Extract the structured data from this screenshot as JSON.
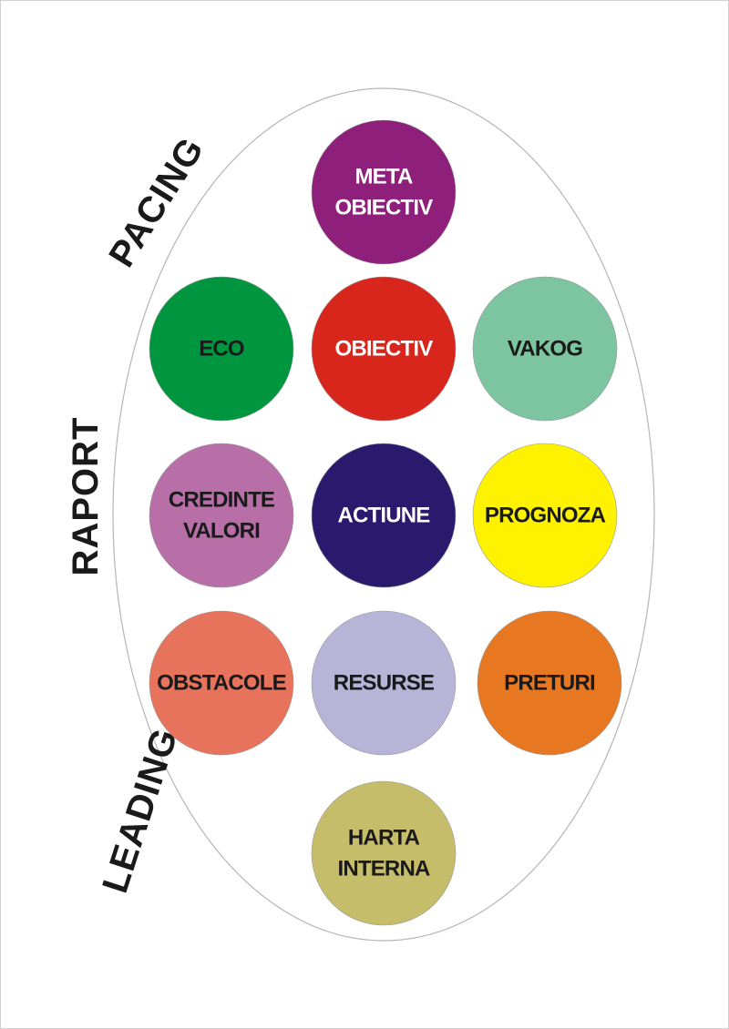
{
  "side_labels": {
    "pacing": "PACING",
    "raport": "RAPORT",
    "leading": "LEADING"
  },
  "circles": [
    {
      "lines": [
        "META",
        "OBIECTIV"
      ],
      "fill": "#8e1f7a",
      "text": "#ffffff"
    },
    {
      "lines": [
        "ECO"
      ],
      "fill": "#009640",
      "text": "#1a1a1a"
    },
    {
      "lines": [
        "OBIECTIV"
      ],
      "fill": "#d9261c",
      "text": "#ffffff"
    },
    {
      "lines": [
        "VAKOG"
      ],
      "fill": "#7dc5a0",
      "text": "#1a1a1a"
    },
    {
      "lines": [
        "CREDINTE",
        "VALORI"
      ],
      "fill": "#b86fa8",
      "text": "#1a1a1a"
    },
    {
      "lines": [
        "ACTIUNE"
      ],
      "fill": "#2a1a6e",
      "text": "#ffffff"
    },
    {
      "lines": [
        "PROGNOZA"
      ],
      "fill": "#fff200",
      "text": "#1a1a1a"
    },
    {
      "lines": [
        "OBSTACOLE"
      ],
      "fill": "#e8735c",
      "text": "#1a1a1a"
    },
    {
      "lines": [
        "RESURSE"
      ],
      "fill": "#b8b4d8",
      "text": "#1a1a1a"
    },
    {
      "lines": [
        "PRETURI"
      ],
      "fill": "#e87722",
      "text": "#1a1a1a"
    },
    {
      "lines": [
        "HARTA",
        "INTERNA"
      ],
      "fill": "#c5bd6a",
      "text": "#1a1a1a"
    }
  ]
}
